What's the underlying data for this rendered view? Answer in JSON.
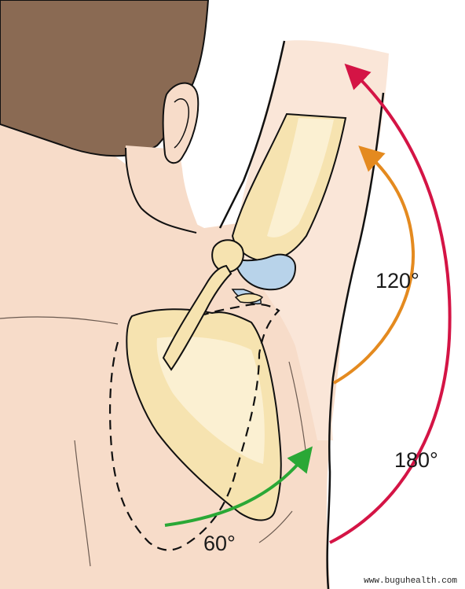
{
  "labels": {
    "angle_120": "120°",
    "angle_180": "180°",
    "angle_60": "60°"
  },
  "watermark": "www.buguhealth.com",
  "colors": {
    "skin": "#f7dcc9",
    "skin_light": "#fae6d8",
    "hair": "#8a6a53",
    "bone": "#f6e3b0",
    "bone_light": "#fbf0d2",
    "cartilage": "#b8d3ea",
    "outline": "#111111",
    "arrow_180": "#d41445",
    "arrow_120": "#e48a1f",
    "arrow_60": "#2aa836"
  },
  "arrows": [
    {
      "name": "arrow-180",
      "angle_deg": 180
    },
    {
      "name": "arrow-120",
      "angle_deg": 120
    },
    {
      "name": "arrow-60",
      "angle_deg": 60
    }
  ]
}
